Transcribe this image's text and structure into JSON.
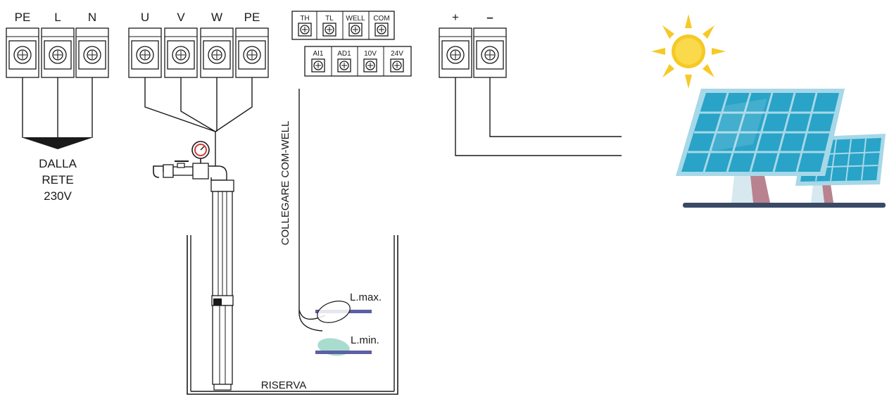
{
  "mains_terminals": [
    "PE",
    "L",
    "N"
  ],
  "motor_terminals": [
    "U",
    "V",
    "W",
    "PE"
  ],
  "control_terminals_top": [
    "TH",
    "TL",
    "WELL",
    "COM"
  ],
  "control_terminals_bottom": [
    "AI1",
    "AD1",
    "10V",
    "24V"
  ],
  "dc_terminals": [
    "+",
    "–"
  ],
  "mains_label": [
    "DALLA",
    "RETE",
    "230V"
  ],
  "com_well_label": "COLLEGARE COM-WELL",
  "level_max": "L.max.",
  "level_min": "L.min.",
  "reserve_label": "RISERVA",
  "colors": {
    "line": "#1a1a1a",
    "panel": "#29a3c7",
    "panel_dark": "#1f8bb0",
    "panel_frame": "#a6d8e8",
    "stand": "#d7e8ef",
    "stand_shadow": "#b8828f",
    "ground": "#3a4a66",
    "sun": "#f6c926",
    "float_max": "#ffffff",
    "float_min": "#a8dccf",
    "level_bar": "#5c5fa3",
    "gauge": "#d63a3a"
  }
}
